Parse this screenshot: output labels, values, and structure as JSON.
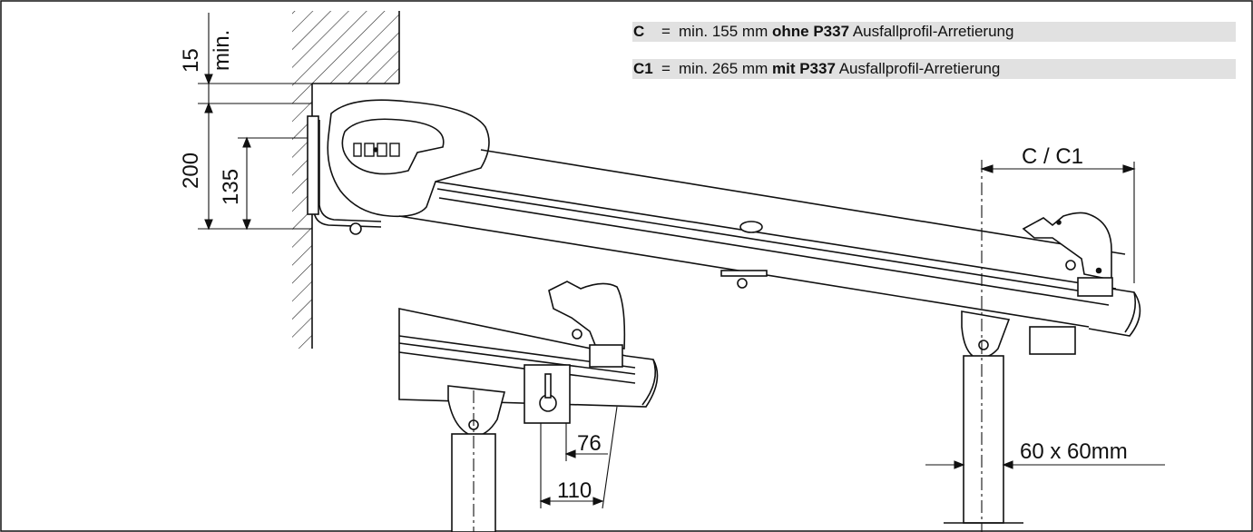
{
  "legend": [
    {
      "symbol": "C",
      "eq": "=",
      "pre": "min. 155 mm",
      "bold": "ohne P337",
      "post": "Ausfallprofil-Arretierung"
    },
    {
      "symbol": "C1",
      "eq": "=",
      "pre": "min. 265 mm",
      "bold": "mit P337",
      "post": "Ausfallprofil-Arretierung"
    }
  ],
  "dimensions": {
    "d15": "15",
    "dmin": "min.",
    "d200": "200",
    "d135": "135",
    "dC": "C / C1",
    "d76": "76",
    "d110": "110",
    "dpost": "60 x 60mm"
  },
  "colors": {
    "line": "#111111",
    "legend_bg": "#e1e1e1",
    "frame": "#111111"
  }
}
